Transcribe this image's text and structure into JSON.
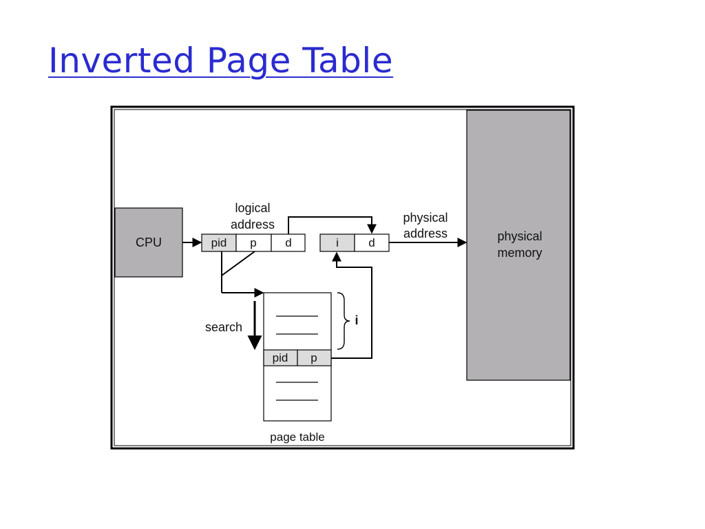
{
  "slide": {
    "title": "Inverted Page Table"
  },
  "diagram": {
    "cpu_label": "CPU",
    "logical_address_label": [
      "logical",
      "address"
    ],
    "logical_fields": [
      "pid",
      "p",
      "d"
    ],
    "physical_fields": [
      "i",
      "d"
    ],
    "physical_address_label": [
      "physical",
      "address"
    ],
    "physical_memory_label": [
      "physical",
      "memory"
    ],
    "search_label": "search",
    "index_label": "i",
    "page_table_entry_fields": [
      "pid",
      "p"
    ],
    "page_table_label": "page table",
    "colors": {
      "title": "#2b2bd0",
      "box_fill_dark": "#b3b1b4",
      "field_fill_light": "#dcdcdc",
      "line": "#000000"
    }
  }
}
